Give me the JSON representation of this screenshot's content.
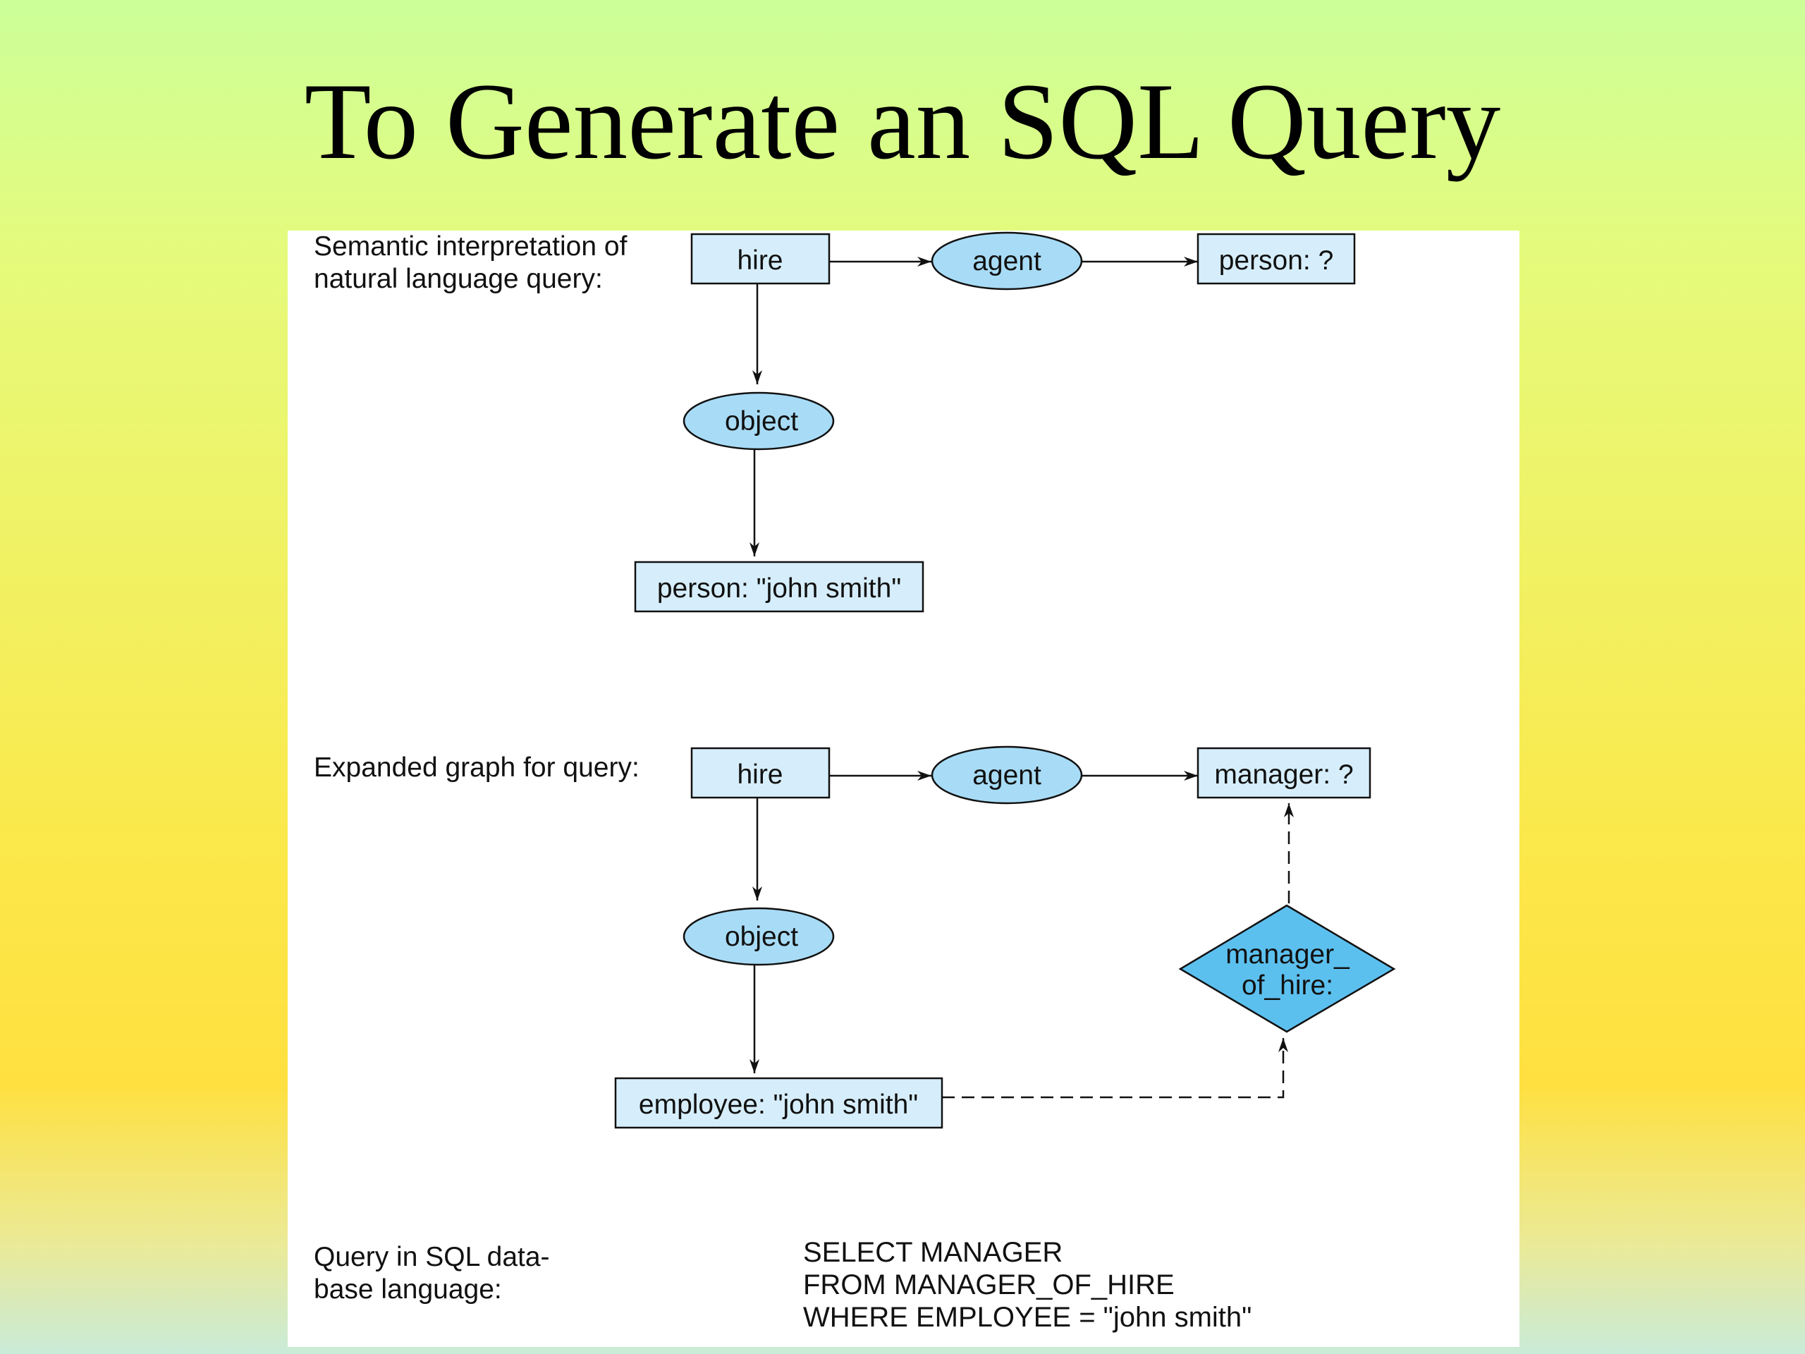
{
  "slide": {
    "title": "To Generate an SQL Query"
  },
  "section1": {
    "label": "Semantic interpretation of\nnatural language query:",
    "nodes": {
      "hire": "hire",
      "agent": "agent",
      "person_unknown": "person: ?",
      "object": "object",
      "person_john": "person: \"john smith\""
    }
  },
  "section2": {
    "label": "Expanded graph for query:",
    "nodes": {
      "hire": "hire",
      "agent": "agent",
      "manager_unknown": "manager: ?",
      "object": "object",
      "employee_john": "employee: \"john smith\"",
      "relation_line1": "manager_",
      "relation_line2": "of_hire:"
    }
  },
  "section3": {
    "label": "Query in SQL data-\nbase language:",
    "sql_lines": [
      "SELECT MANAGER",
      "FROM MANAGER_OF_HIRE",
      "WHERE EMPLOYEE = \"john smith\""
    ]
  },
  "colors": {
    "box_fill": "#d6eefb",
    "ellipse_fill": "#a8dcf6",
    "diamond_fill": "#5cc0ef",
    "panel": "#ffffff"
  }
}
